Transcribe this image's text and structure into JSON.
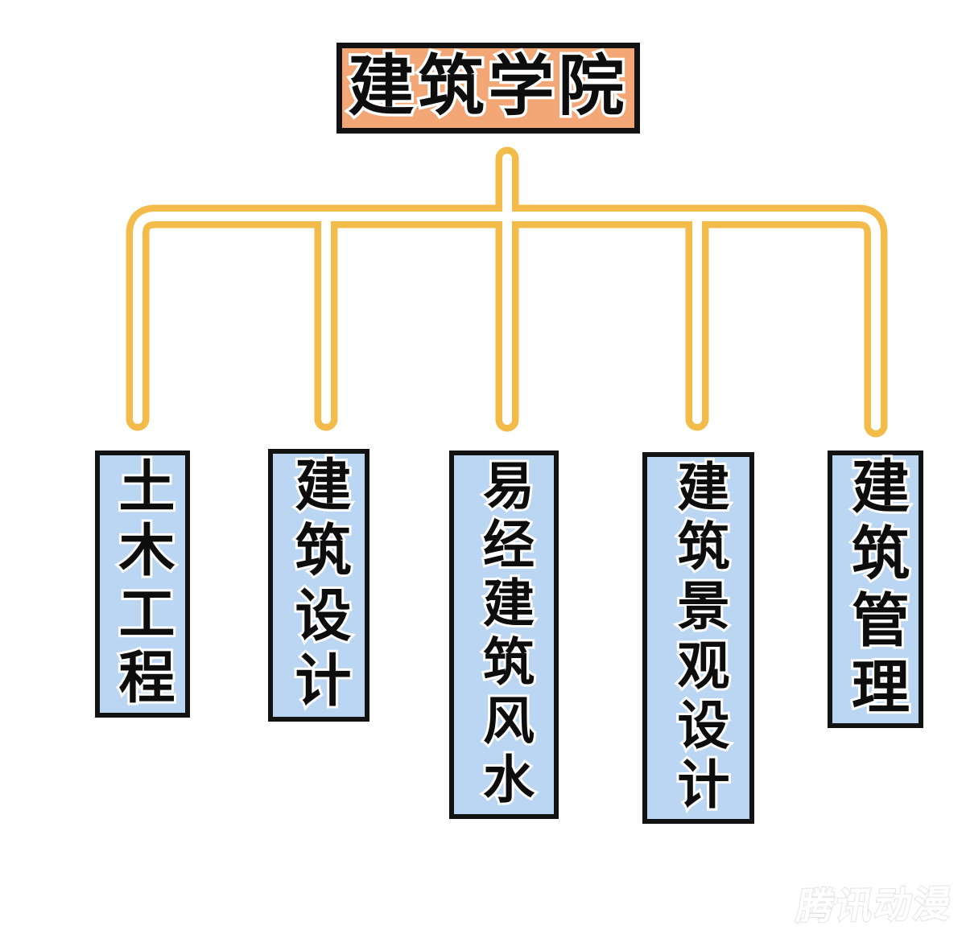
{
  "chart_data": {
    "type": "org-chart",
    "root": {
      "label": "建筑学院"
    },
    "children": [
      {
        "label": "土木工程"
      },
      {
        "label": "建筑设计"
      },
      {
        "label": "易经建筑风水"
      },
      {
        "label": "建筑景观设计"
      },
      {
        "label": "建筑管理"
      }
    ]
  },
  "root": {
    "label": "建筑学院"
  },
  "departments": [
    {
      "label": "土木工程"
    },
    {
      "label": "建筑设计"
    },
    {
      "label": "易经建筑风水"
    },
    {
      "label": "建筑景观设计"
    },
    {
      "label": "建筑管理"
    }
  ],
  "watermark": {
    "label": "腾讯动漫"
  },
  "colors": {
    "page_bg": "#FFFFFF",
    "root_fill": "#F4A776",
    "child_fill": "#BAD6F2",
    "connector_yellow": "#F2BB4A",
    "connector_core": "#FFFFFF",
    "border_black": "#121212",
    "text_black": "#0D0D0D",
    "text_outline": "#FFFFFF",
    "watermark_gray": "#E4E4E4"
  }
}
